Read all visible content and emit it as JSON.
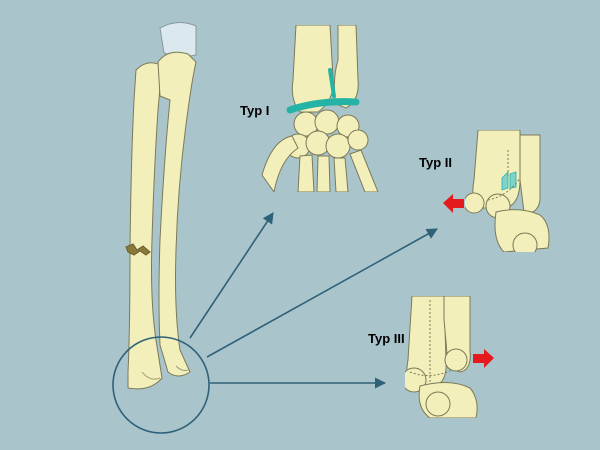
{
  "colors": {
    "background": "#a9c5cb",
    "bone_fill": "#f3efbb",
    "bone_outline": "#7b7a57",
    "cartilage": "#dbe9ee",
    "fracture_line": "#8a7a3a",
    "pointer_arrow": "#2f6179",
    "growth_plate": "#25b3a6",
    "displacement_arrow": "#e41a1c"
  },
  "labels": {
    "type1": "Typ I",
    "type2": "Typ II",
    "type3": "Typ III"
  }
}
